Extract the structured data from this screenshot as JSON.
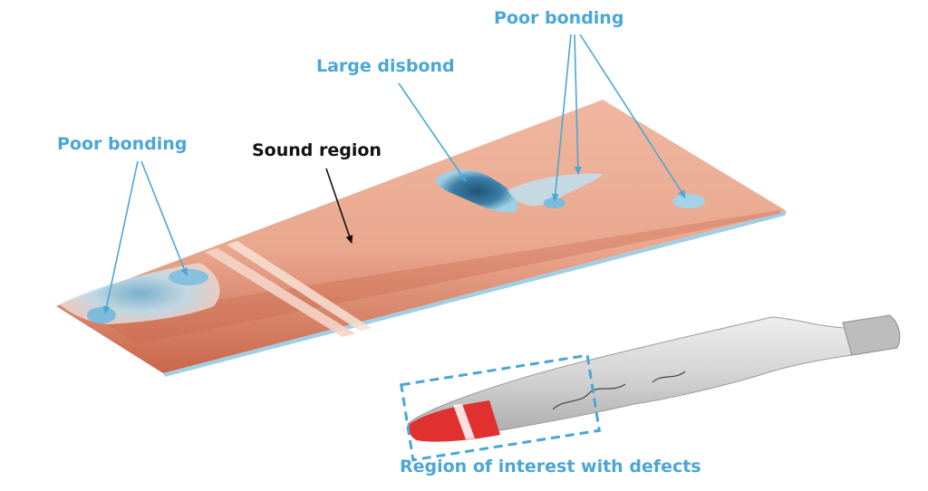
{
  "labels": {
    "poor_bonding_left": "Poor bonding",
    "poor_bonding_right": "Poor bonding",
    "large_disbond": "Large disbond",
    "sound_region": "Sound region",
    "region_of_interest": "Region of interest with defects"
  },
  "colors": {
    "annotation_blue": "#4aa6d6",
    "annotation_dark": "#111111",
    "map_sound": "#e8a48a",
    "map_edge": "#c8664a",
    "map_defect_light": "#bfe0ee",
    "map_defect_dark": "#2f6d93",
    "blade_body": "#d6d6d6",
    "blade_tip": "#e03030",
    "roi_outline": "#4aa6d6"
  }
}
